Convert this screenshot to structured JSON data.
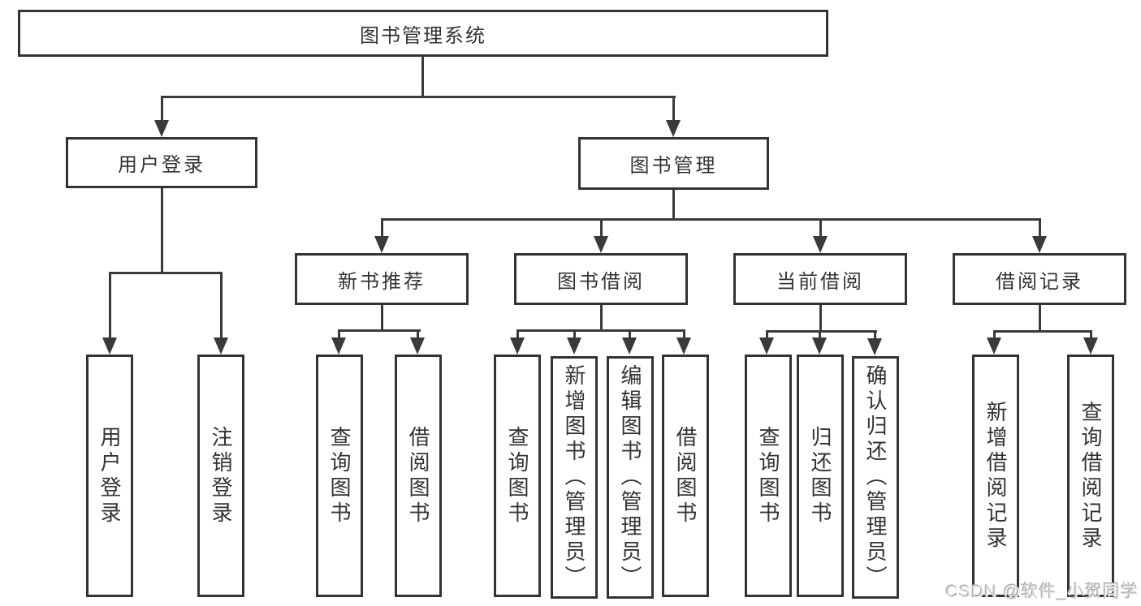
{
  "title": "图书管理系统",
  "level2": {
    "user_login": "用户登录",
    "book_mgmt": "图书管理"
  },
  "level3": {
    "new_book_rec": "新书推荐",
    "book_borrow": "图书借阅",
    "current_borrow": "当前借阅",
    "borrow_records": "借阅记录"
  },
  "leaves": {
    "login": [
      "用户登录",
      "注销登录"
    ],
    "recommend": [
      "查询图书",
      "借阅图书"
    ],
    "borrow": [
      "查询图书",
      "新增图书（管理员）",
      "编辑图书（管理员）",
      "借阅图书"
    ],
    "current": [
      "查询图书",
      "归还图书",
      "确认归还（管理员）"
    ],
    "records": [
      "新增借阅记录",
      "查询借阅记录"
    ]
  },
  "watermark": "CSDN @软件_小贺同学",
  "colors": {
    "line": "#3a3a3a",
    "text": "#333333",
    "background": "#ffffff"
  }
}
